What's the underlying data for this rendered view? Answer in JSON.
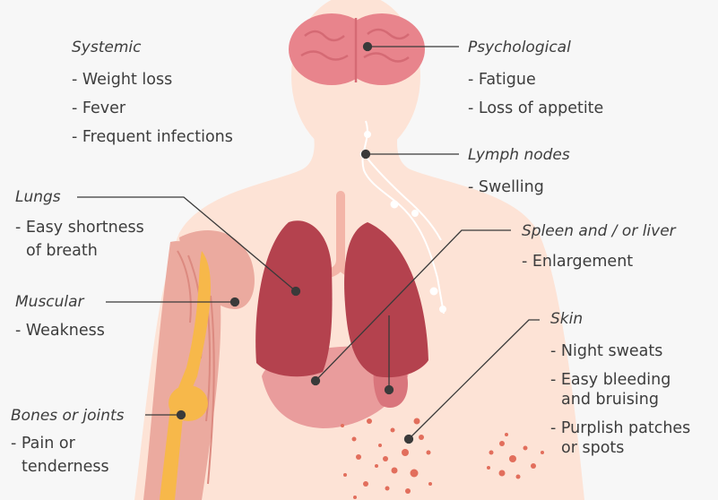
{
  "groups": [
    {
      "title": "Systemic",
      "items": [
        "- Weight loss",
        "- Fever",
        "- Frequent infections"
      ]
    },
    {
      "title": "Psychological",
      "items": [
        "- Fatigue",
        "- Loss of appetite"
      ]
    },
    {
      "title": "Lymph nodes",
      "items": [
        "- Swelling"
      ]
    },
    {
      "title": "Lungs",
      "items": [
        "- Easy shortness",
        "of breath"
      ]
    },
    {
      "title": "Spleen and / or liver",
      "items": [
        "- Enlargement"
      ]
    },
    {
      "title": "Muscular",
      "items": [
        "- Weakness"
      ]
    },
    {
      "title": "Skin",
      "items": [
        "- Night sweats",
        "- Easy bleeding",
        "and bruising",
        "- Purplish patches",
        "or spots"
      ]
    },
    {
      "title": "Bones or joints",
      "items": [
        "- Pain or",
        "tenderness"
      ]
    }
  ],
  "colors": {
    "background": "#f7f7f7",
    "skin": "#fde3d6",
    "muscle": "#ebaa9f",
    "brain": "#e8848c",
    "lungs": "#b4424e",
    "liver": "#e99c9c",
    "bone": "#f7b84a",
    "spots": "#e26e5c",
    "text": "#3d3d3d",
    "leader": "#3a3a3a"
  }
}
